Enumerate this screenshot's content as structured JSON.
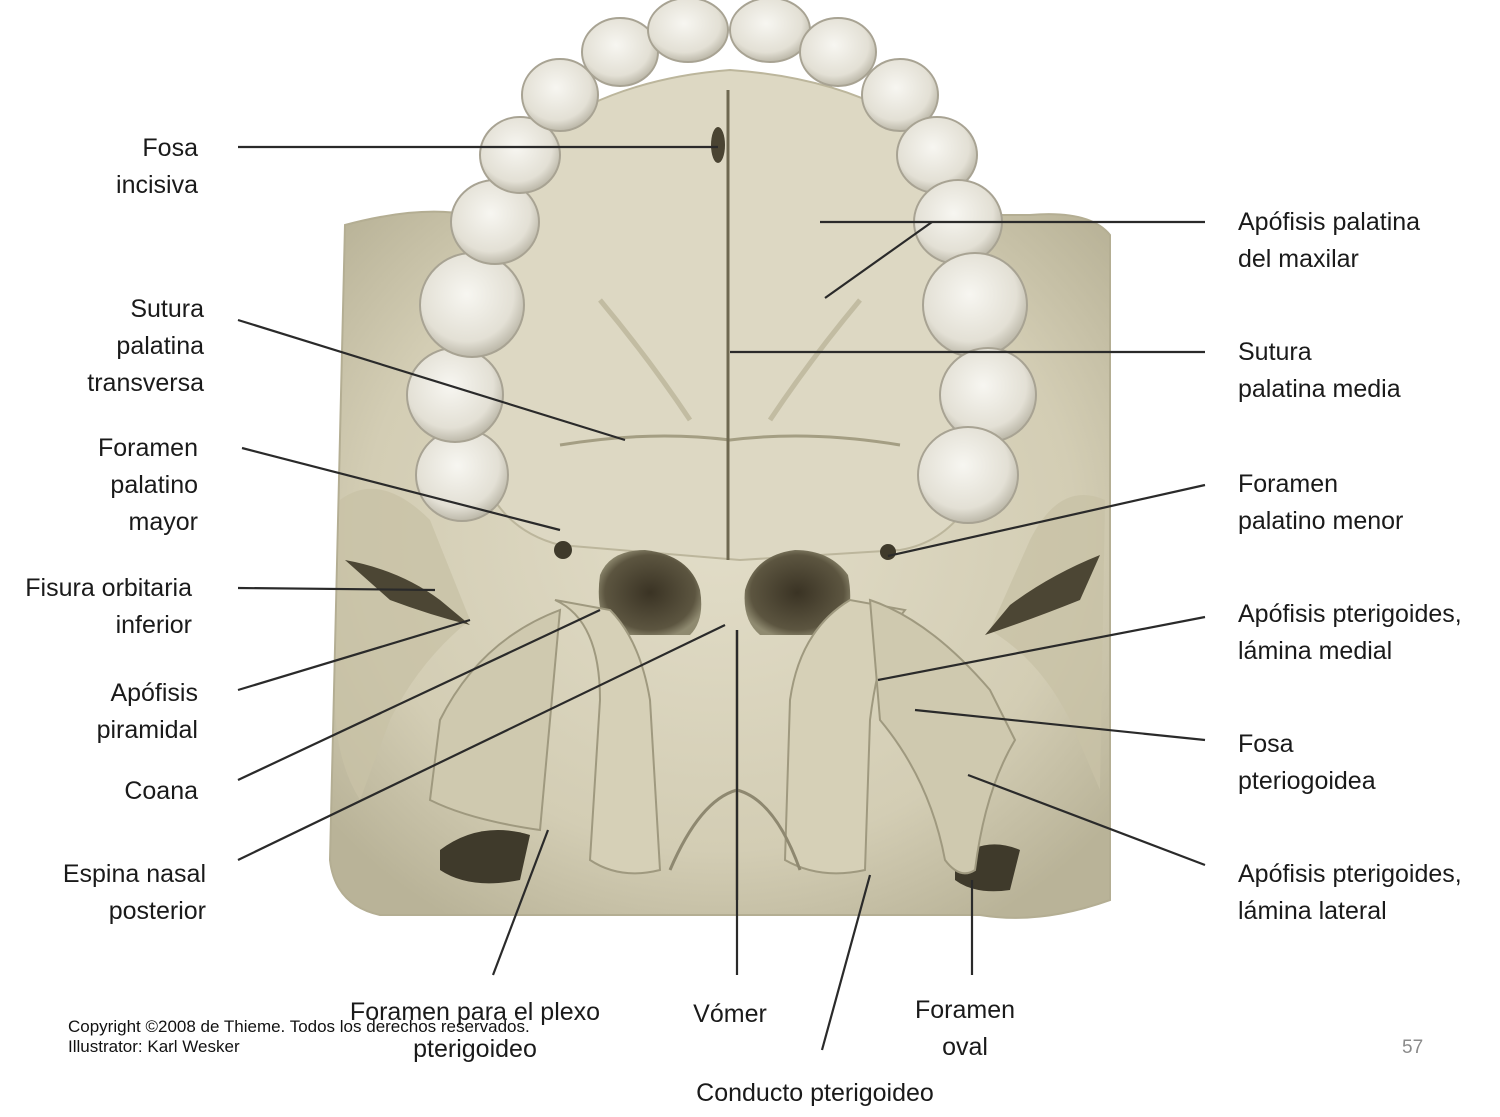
{
  "labels": {
    "fosa_incisiva": [
      "Fosa",
      "incisiva"
    ],
    "sutura_palatina_transversa": [
      "Sutura",
      "palatina",
      "transversa"
    ],
    "foramen_palatino_mayor": [
      "Foramen",
      "palatino",
      "mayor"
    ],
    "fisura_orbitaria_inferior": [
      "Fisura orbitaria",
      "inferior"
    ],
    "apofisis_piramidal": [
      "Apófisis",
      "piramidal"
    ],
    "coana": [
      "Coana"
    ],
    "espina_nasal_posterior": [
      "Espina nasal",
      "posterior"
    ],
    "apofisis_palatina_maxilar": [
      "Apófisis palatina",
      "del maxilar"
    ],
    "sutura_palatina_media": [
      "Sutura",
      "palatina media"
    ],
    "foramen_palatino_menor": [
      "Foramen",
      "palatino menor"
    ],
    "pterigoides_lamina_medial": [
      "Apófisis pterigoides,",
      "lámina medial"
    ],
    "fosa_pteriogoidea": [
      "Fosa",
      "pteriogoidea"
    ],
    "pterigoides_lamina_lateral": [
      "Apófisis pterigoides,",
      "lámina lateral"
    ],
    "foramen_plexo": [
      "Foramen para el plexo",
      "pterigoideo"
    ],
    "vomer": [
      "Vómer"
    ],
    "foramen_oval": [
      "Foramen",
      "oval"
    ],
    "conducto_pterigoideo": [
      "Conducto pterigoideo"
    ]
  },
  "copyright": {
    "line1": "Copyright ©2008 de Thieme. Todos los derechos reservados.",
    "line2": "Illustrator: Karl Wesker"
  },
  "page_number": "57",
  "colors": {
    "bone": "#d8d3bd",
    "bone_dark": "#a9a48a",
    "tooth": "#eceae2",
    "shadow": "#3a3528",
    "leader": "#2a2a2a"
  }
}
